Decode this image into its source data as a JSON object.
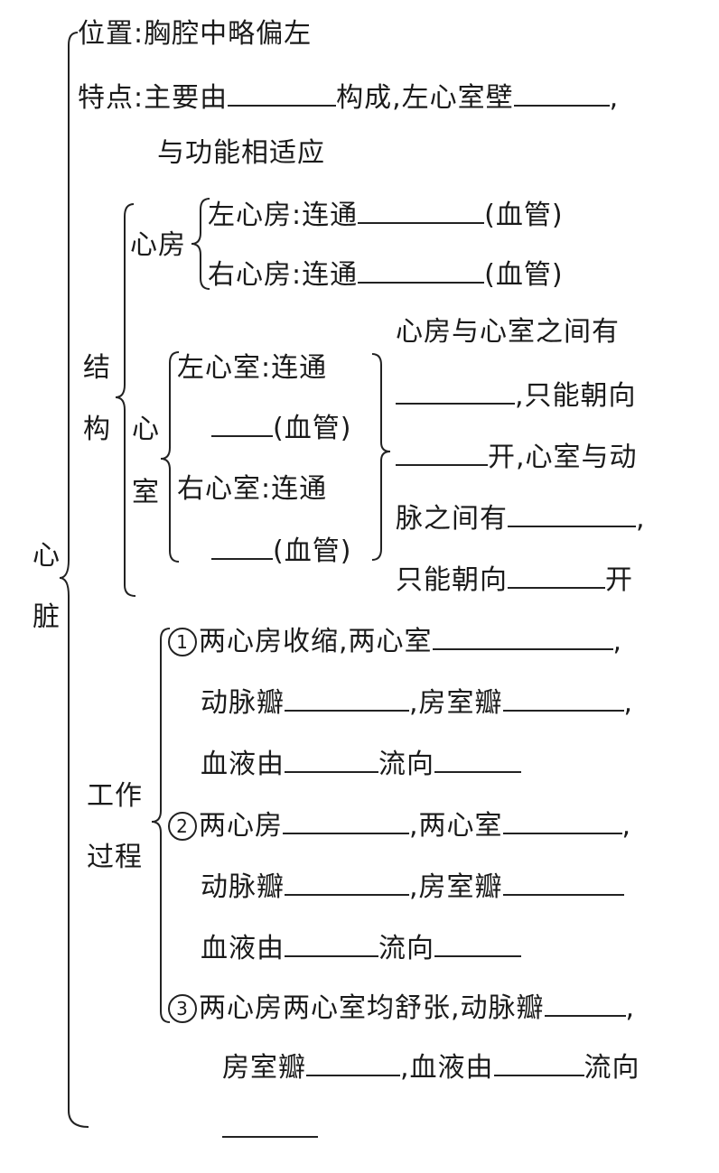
{
  "root_label": [
    "心",
    "脏"
  ],
  "position_line": "位置:胸腔中略偏左",
  "features": {
    "line1_a": "特点:主要由",
    "line1_b": "构成,左心室壁",
    "line1_c": ",",
    "line2": "与功能相适应"
  },
  "structure": {
    "label": [
      "结",
      "构"
    ],
    "atrium": {
      "label": "心房",
      "left_a": "左心房:连通",
      "left_b": "(血管)",
      "right_a": "右心房:连通",
      "right_b": "(血管)"
    },
    "ventricle": {
      "label": [
        "心",
        "室"
      ],
      "left_a": "左心室:连通",
      "left_b": "(血管)",
      "right_a": "右心室:连通",
      "right_b": "(血管)"
    },
    "valves": {
      "l1": "心房与心室之间有",
      "l2": ",只能朝向",
      "l3": "开,心室与动",
      "l4a": "脉之间有",
      "l4b": ",",
      "l5a": "只能朝向",
      "l5b": "开"
    }
  },
  "work": {
    "label": [
      "工作",
      "过程"
    ],
    "s1": {
      "num": "1",
      "a": "两心房收缩,两心室",
      "a_end": ",",
      "b1": "动脉瓣",
      "b2": ",房室瓣",
      "b_end": ",",
      "c1": "血液由",
      "c2": "流向"
    },
    "s2": {
      "num": "2",
      "a1": "两心房",
      "a2": ",两心室",
      "a_end": ",",
      "b1": "动脉瓣",
      "b2": ",房室瓣",
      "c1": "血液由",
      "c2": "流向"
    },
    "s3": {
      "num": "3",
      "a": "两心房两心室均舒张,动脉瓣",
      "a_end": ",",
      "b1": "房室瓣",
      "b2": ",血液由",
      "b3": "流向"
    }
  }
}
